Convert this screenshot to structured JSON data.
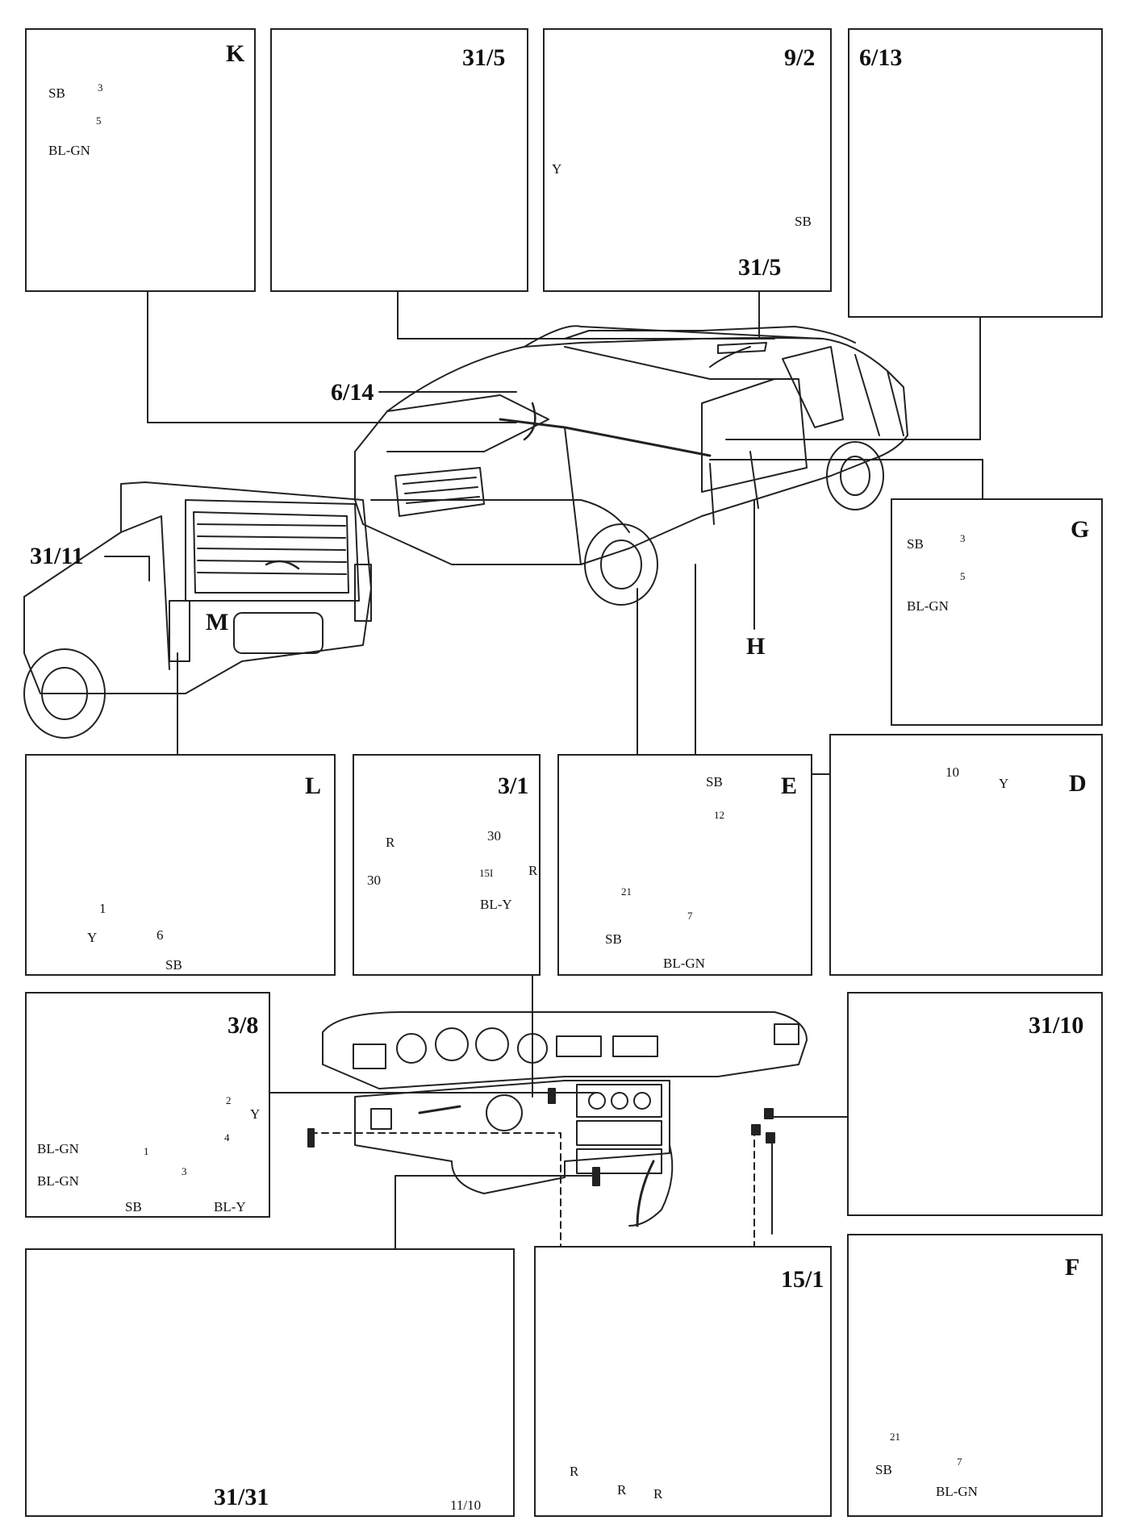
{
  "panels": {
    "k": {
      "id": "K",
      "sb": "SB",
      "pin3": "3",
      "pin5": "5",
      "blgn": "BL-GN"
    },
    "p31_5": {
      "id": "31/5"
    },
    "p9_2": {
      "id": "9/2",
      "y": "Y",
      "sb": "SB",
      "ground": "31/5"
    },
    "p6_13": {
      "id": "6/13"
    },
    "g": {
      "id": "G",
      "sb": "SB",
      "pin3": "3",
      "pin5": "5",
      "blgn": "BL-GN"
    },
    "l": {
      "id": "L",
      "pin1": "1",
      "y": "Y",
      "pin6": "6",
      "sb": "SB"
    },
    "p3_1": {
      "id": "3/1",
      "r1": "R",
      "n30a": "30",
      "n30b": "30",
      "r2": "R",
      "n15i": "15I",
      "bly": "BL-Y"
    },
    "e": {
      "id": "E",
      "sb_top": "SB",
      "n12": "12",
      "n21": "21",
      "sb_bot": "SB",
      "n7": "7",
      "blgn": "BL-GN"
    },
    "d": {
      "id": "D",
      "n10": "10",
      "y": "Y"
    },
    "p3_8": {
      "id": "3/8",
      "n2": "2",
      "y": "Y",
      "blgn1": "BL-GN",
      "n1": "1",
      "n4": "4",
      "blgn2": "BL-GN",
      "n3": "3",
      "sb": "SB",
      "bly": "BL-Y"
    },
    "p31_10": {
      "id": "31/10"
    },
    "p31_31": {
      "id": "31/31",
      "n11_10": "11/10"
    },
    "p15_1": {
      "id": "15/1",
      "r1": "R",
      "r2": "R",
      "r3": "R"
    },
    "f": {
      "id": "F",
      "n21": "21",
      "sb": "SB",
      "n7": "7",
      "blgn": "BL-GN"
    }
  },
  "callouts": {
    "c6_14": "6/14",
    "c31_11": "31/11",
    "m": "M",
    "h": "H"
  }
}
